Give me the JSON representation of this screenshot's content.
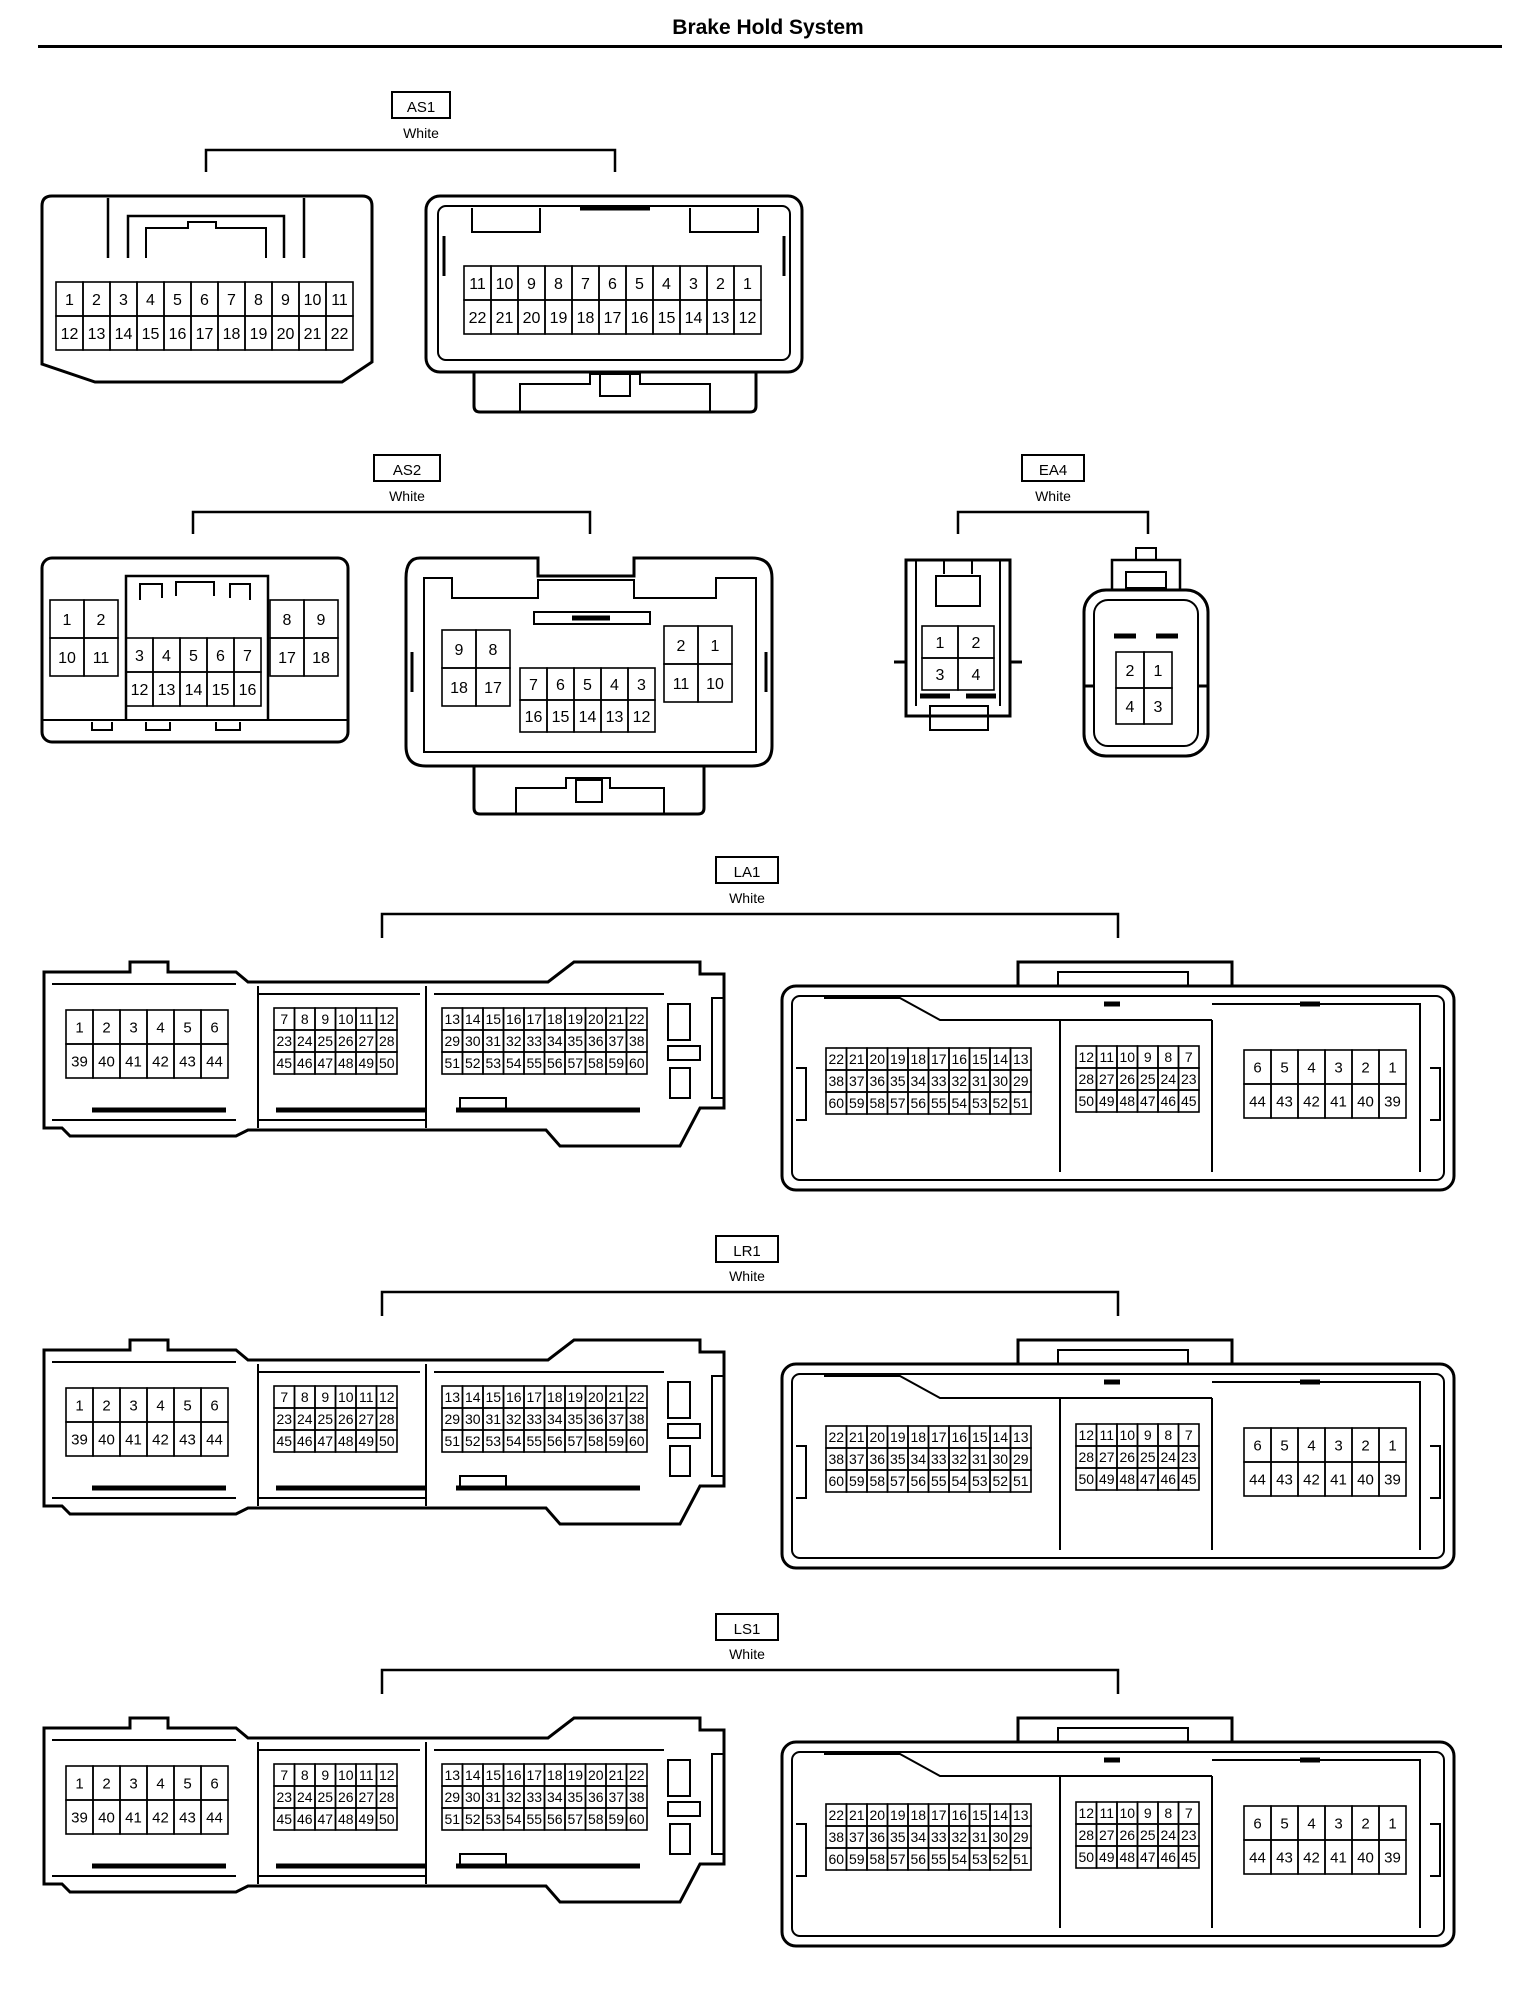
{
  "title": "Brake Hold System",
  "connectors": [
    {
      "code": "AS1",
      "color": "White"
    },
    {
      "code": "AS2",
      "color": "White"
    },
    {
      "code": "EA4",
      "color": "White"
    },
    {
      "code": "LA1",
      "color": "White"
    },
    {
      "code": "LR1",
      "color": "White"
    },
    {
      "code": "LS1",
      "color": "White"
    }
  ],
  "pins": {
    "as1_left": [
      [
        "1",
        "2",
        "3",
        "4",
        "5",
        "6",
        "7",
        "8",
        "9",
        "10",
        "11"
      ],
      [
        "12",
        "13",
        "14",
        "15",
        "16",
        "17",
        "18",
        "19",
        "20",
        "21",
        "22"
      ]
    ],
    "as1_right": [
      [
        "11",
        "10",
        "9",
        "8",
        "7",
        "6",
        "5",
        "4",
        "3",
        "2",
        "1"
      ],
      [
        "22",
        "21",
        "20",
        "19",
        "18",
        "17",
        "16",
        "15",
        "14",
        "13",
        "12"
      ]
    ],
    "as2_left_a": [
      [
        "1",
        "2"
      ],
      [
        "10",
        "11"
      ]
    ],
    "as2_left_b": [
      [
        "3",
        "4",
        "5",
        "6",
        "7"
      ],
      [
        "12",
        "13",
        "14",
        "15",
        "16"
      ]
    ],
    "as2_left_c": [
      [
        "8",
        "9"
      ],
      [
        "17",
        "18"
      ]
    ],
    "as2_right_a": [
      [
        "9",
        "8"
      ],
      [
        "18",
        "17"
      ]
    ],
    "as2_right_b": [
      [
        "7",
        "6",
        "5",
        "4",
        "3"
      ],
      [
        "16",
        "15",
        "14",
        "13",
        "12"
      ]
    ],
    "as2_right_c": [
      [
        "2",
        "1"
      ],
      [
        "11",
        "10"
      ]
    ],
    "ea4_left": [
      [
        "1",
        "2"
      ],
      [
        "3",
        "4"
      ]
    ],
    "ea4_right": [
      [
        "2",
        "1"
      ],
      [
        "4",
        "3"
      ]
    ],
    "ecu_m_a": [
      [
        "1",
        "2",
        "3",
        "4",
        "5",
        "6"
      ],
      [
        "39",
        "40",
        "41",
        "42",
        "43",
        "44"
      ]
    ],
    "ecu_m_b": [
      [
        "7",
        "8",
        "9",
        "10",
        "11",
        "12"
      ],
      [
        "23",
        "24",
        "25",
        "26",
        "27",
        "28"
      ],
      [
        "45",
        "46",
        "47",
        "48",
        "49",
        "50"
      ]
    ],
    "ecu_m_c": [
      [
        "13",
        "14",
        "15",
        "16",
        "17",
        "18",
        "19",
        "20",
        "21",
        "22"
      ],
      [
        "29",
        "30",
        "31",
        "32",
        "33",
        "34",
        "35",
        "36",
        "37",
        "38"
      ],
      [
        "51",
        "52",
        "53",
        "54",
        "55",
        "56",
        "57",
        "58",
        "59",
        "60"
      ]
    ],
    "ecu_f_a": [
      [
        "22",
        "21",
        "20",
        "19",
        "18",
        "17",
        "16",
        "15",
        "14",
        "13"
      ],
      [
        "38",
        "37",
        "36",
        "35",
        "34",
        "33",
        "32",
        "31",
        "30",
        "29"
      ],
      [
        "60",
        "59",
        "58",
        "57",
        "56",
        "55",
        "54",
        "53",
        "52",
        "51"
      ]
    ],
    "ecu_f_b": [
      [
        "12",
        "11",
        "10",
        "9",
        "8",
        "7"
      ],
      [
        "28",
        "27",
        "26",
        "25",
        "24",
        "23"
      ],
      [
        "50",
        "49",
        "48",
        "47",
        "46",
        "45"
      ]
    ],
    "ecu_f_c": [
      [
        "6",
        "5",
        "4",
        "3",
        "2",
        "1"
      ],
      [
        "44",
        "43",
        "42",
        "41",
        "40",
        "39"
      ]
    ]
  }
}
